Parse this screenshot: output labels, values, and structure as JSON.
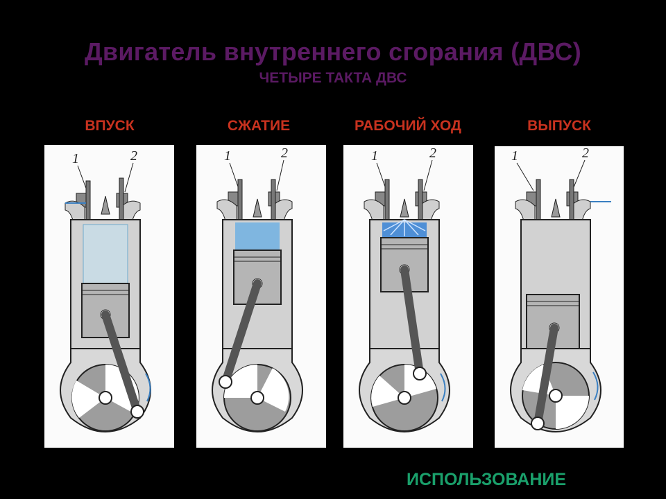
{
  "title": "Двигатель внутреннего сгорания (ДВС)",
  "subtitle": "ЧЕТЫРЕ ТАКТА ДВС",
  "colors": {
    "title": "#5b1a63",
    "stroke_label": "#c8321f",
    "footer": "#1aa06b",
    "gas": "#7fb6e0",
    "metal": "#a9a9a9"
  },
  "strokes": [
    {
      "label": "ВПУСК",
      "valve1": "1",
      "valve2": "2"
    },
    {
      "label": "СЖАТИЕ",
      "valve1": "1",
      "valve2": "2"
    },
    {
      "label": "РАБОЧИЙ ХОД",
      "valve1": "1",
      "valve2": "2"
    },
    {
      "label": "ВЫПУСК",
      "valve1": "1",
      "valve2": "2"
    }
  ],
  "footer": {
    "label": "ИСПОЛЬЗОВАНИЕ"
  }
}
